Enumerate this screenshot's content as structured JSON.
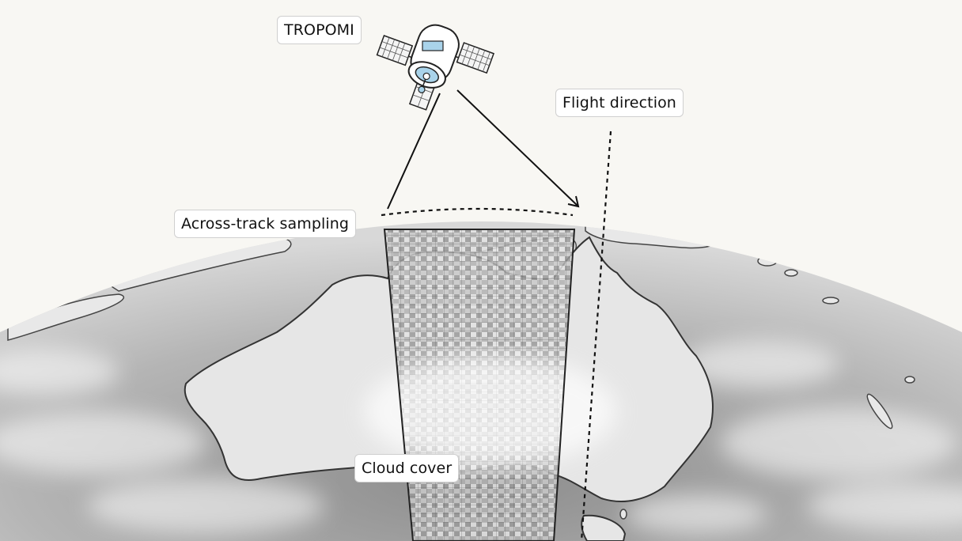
{
  "labels": {
    "satellite": "TROPOMI",
    "flight": "Flight direction",
    "across_track": "Across-track sampling",
    "cloud": "Cloud cover"
  },
  "icons": [
    "satellite-icon"
  ],
  "colors": {
    "background": "#f8f7f3",
    "globe": "#a9a9a9",
    "land": "#e6e6e6",
    "coast": "#3a3a3a",
    "satellite_accent": "#a9d3ea",
    "line": "#111111"
  }
}
